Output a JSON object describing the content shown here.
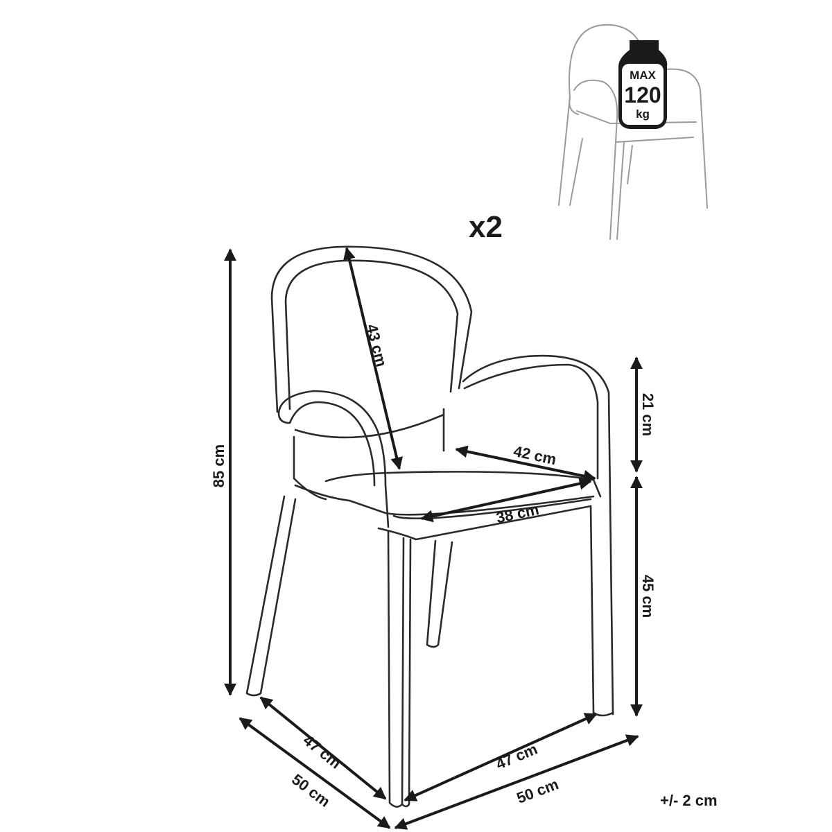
{
  "quantity": "x2",
  "tolerance": "+/- 2 cm",
  "max_load": {
    "line1": "MAX",
    "line2": "120",
    "line3": "kg"
  },
  "dimensions": {
    "total_height": "85 cm",
    "backrest_height": "43 cm",
    "armrest_height": "21 cm",
    "seat_height": "45 cm",
    "seat_width_back": "42 cm",
    "seat_width_front": "38 cm",
    "leg_depth": "47 cm",
    "overall_depth": "50 cm",
    "leg_width": "47 cm",
    "overall_width": "50 cm"
  }
}
